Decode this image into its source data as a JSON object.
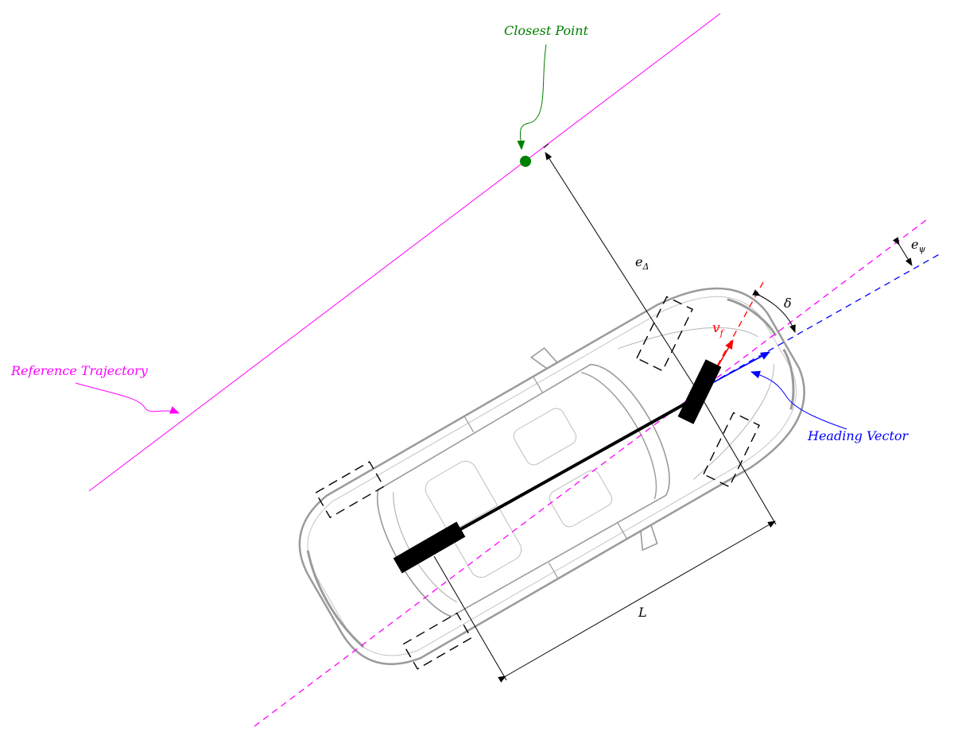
{
  "labels": {
    "closest_point": "Closest Point",
    "reference_trajectory": "Reference Trajectory",
    "heading_vector": "Heading Vector",
    "cross_track_error": {
      "base": "e",
      "sub": "Δ"
    },
    "heading_error": {
      "base": "e",
      "sub": "ψ"
    },
    "steering_angle": "δ",
    "front_velocity": {
      "base": "v",
      "sub": "f"
    },
    "wheelbase": "L"
  },
  "colors": {
    "reference_trajectory": "#ff00ff",
    "closest_point": "#008000",
    "heading_vector": "#0000ff",
    "front_velocity": "#ff0000",
    "dimension_lines": "#000000",
    "car_outline": "#9a9a9a"
  }
}
